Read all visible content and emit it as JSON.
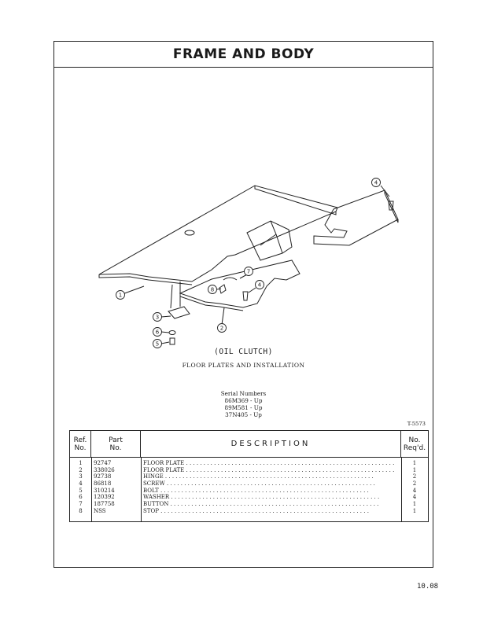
{
  "title": "FRAME AND BODY",
  "diagram": {
    "callouts": [
      "1",
      "2",
      "3",
      "4",
      "4",
      "5",
      "6",
      "7",
      "8"
    ]
  },
  "caption": {
    "main": "(OIL CLUTCH)",
    "sub": "FLOOR PLATES AND INSTALLATION"
  },
  "serial": {
    "heading": "Serial Numbers",
    "lines": [
      "86M369 - Up",
      "89M581 - Up",
      "37N405 - Up"
    ]
  },
  "drawing_number": "T-5573",
  "table": {
    "headers": {
      "ref_line1": "Ref.",
      "ref_line2": "No.",
      "part_line1": "Part",
      "part_line2": "No.",
      "description": "DESCRIPTION",
      "qty_line1": "No.",
      "qty_line2": "Req'd."
    },
    "rows": [
      {
        "ref": "1",
        "part": "92747",
        "desc": "FLOOR PLATE",
        "qty": "1"
      },
      {
        "ref": "2",
        "part": "338026",
        "desc": "FLOOR PLATE",
        "qty": "1"
      },
      {
        "ref": "3",
        "part": "92738",
        "desc": "HINGE",
        "qty": "2"
      },
      {
        "ref": "4",
        "part": "86818",
        "desc": "SCREW",
        "qty": "2"
      },
      {
        "ref": "5",
        "part": "310214",
        "desc": "BOLT",
        "qty": "4"
      },
      {
        "ref": "6",
        "part": "120392",
        "desc": "WASHER",
        "qty": "4"
      },
      {
        "ref": "7",
        "part": "187758",
        "desc": "BUTTON",
        "qty": "1"
      },
      {
        "ref": "8",
        "part": "NSS",
        "desc": "STOP",
        "qty": "1"
      }
    ]
  },
  "page_number": "10.08"
}
